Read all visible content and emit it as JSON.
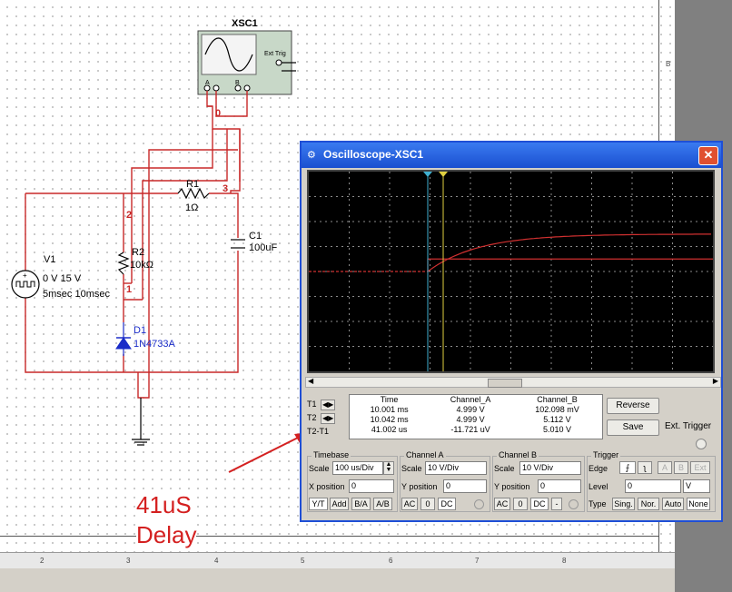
{
  "schematic": {
    "scope_ref": "XSC1",
    "scope_ext_trig": "Ext Trig",
    "scope_ch_a": "A",
    "scope_ch_b": "B",
    "net0": "0",
    "net1": "1",
    "net2": "2",
    "net3": "3",
    "r1_name": "R1",
    "r1_value": "1Ω",
    "c1_name": "C1",
    "c1_value": "100uF",
    "r2_name": "R2",
    "r2_value": "10kΩ",
    "v1_name": "V1",
    "v1_line1": "0 V 15 V",
    "v1_line2": "5msec 10msec",
    "d1_name": "D1",
    "d1_value": "1N4733A",
    "annotation_line1": "41uS",
    "annotation_line2": "Delay"
  },
  "ruler": {
    "labels": [
      "2",
      "3",
      "4",
      "5",
      "6",
      "7",
      "8"
    ],
    "right_label": "B"
  },
  "scope": {
    "title": "Oscilloscope-XSC1",
    "close": "✕",
    "readout": {
      "headers": [
        "",
        "Time",
        "Channel_A",
        "Channel_B"
      ],
      "rows": [
        [
          "T1",
          "10.001 ms",
          "4.999 V",
          "102.098 mV"
        ],
        [
          "T2",
          "10.042 ms",
          "4.999 V",
          "5.112 V"
        ],
        [
          "T2-T1",
          "41.002 us",
          "-11.721 uV",
          "5.010 V"
        ]
      ]
    },
    "reverse": "Reverse",
    "save": "Save",
    "ext_trigger": "Ext. Trigger",
    "timebase": {
      "title": "Timebase",
      "scale_label": "Scale",
      "scale_value": "100 us/Div",
      "xpos_label": "X position",
      "xpos_value": "0",
      "modes": [
        "Y/T",
        "Add",
        "B/A",
        "A/B"
      ]
    },
    "channel_a": {
      "title": "Channel A",
      "scale_label": "Scale",
      "scale_value": "10  V/Div",
      "ypos_label": "Y position",
      "ypos_value": "0",
      "coupling": [
        "AC",
        "0",
        "DC"
      ]
    },
    "channel_b": {
      "title": "Channel B",
      "scale_label": "Scale",
      "scale_value": "10  V/Div",
      "ypos_label": "Y position",
      "ypos_value": "0",
      "coupling": [
        "AC",
        "0",
        "DC",
        "-"
      ]
    },
    "trigger": {
      "title": "Trigger",
      "edge_label": "Edge",
      "level_label": "Level",
      "level_value": "0",
      "level_unit": "V",
      "type_label": "Type",
      "sources": [
        "A",
        "B",
        "Ext"
      ],
      "types": [
        "Sing.",
        "Nor.",
        "Auto",
        "None"
      ]
    }
  },
  "colors": {
    "wire": "#c82828",
    "trace": "#d03030",
    "cursor1": "#40b0d0",
    "cursor2": "#e0d040"
  }
}
